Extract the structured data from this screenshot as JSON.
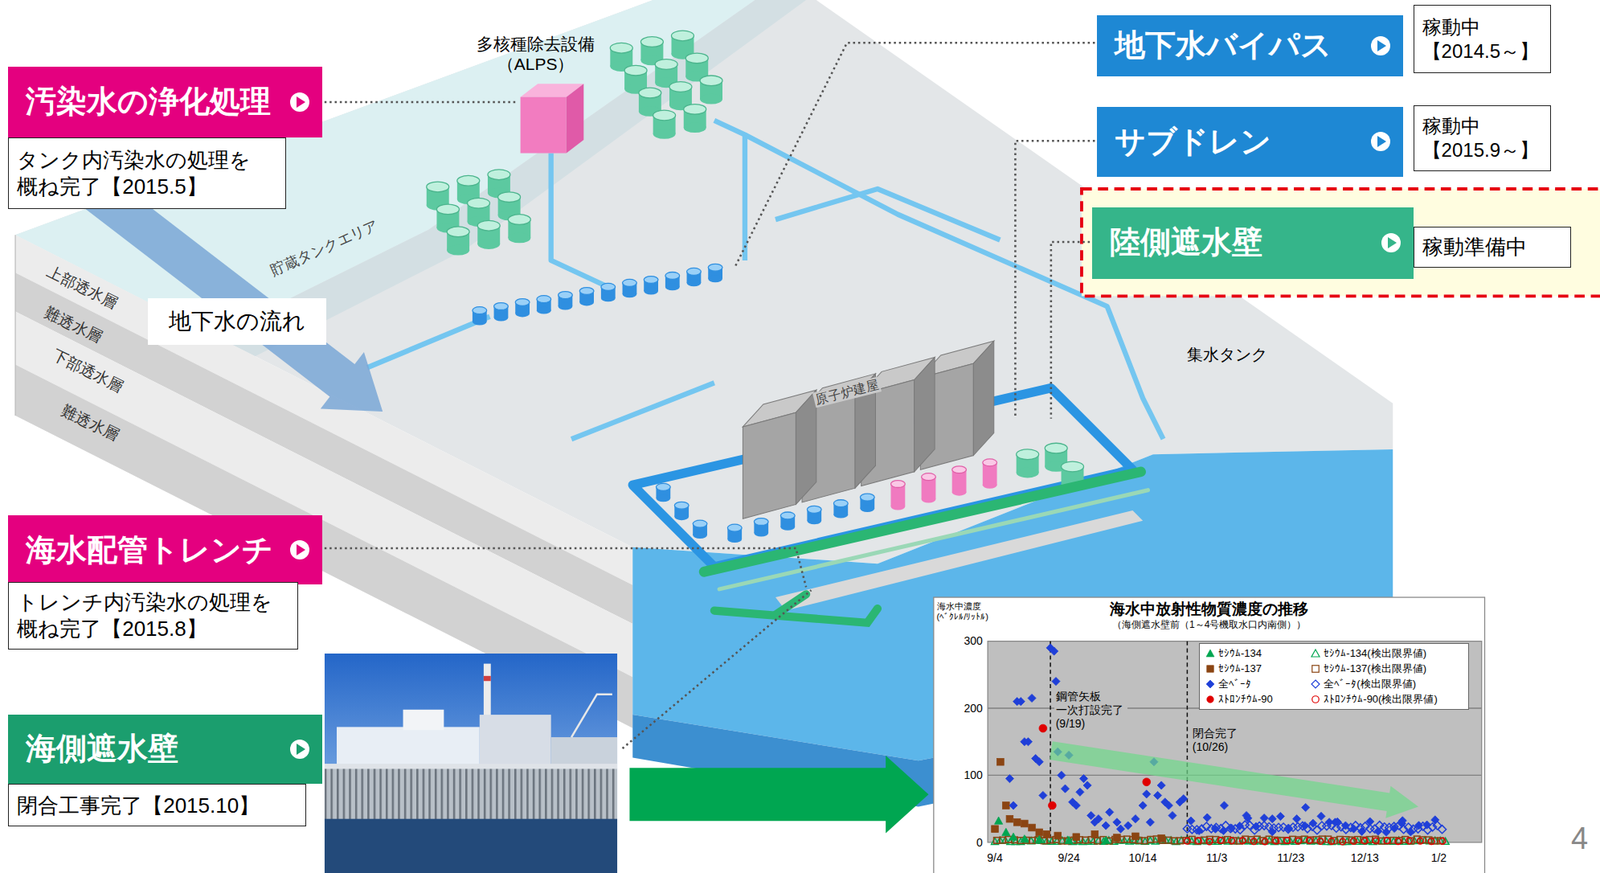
{
  "diagram": {
    "nodes": [
      {
        "text": [
          "汚染水の浄化処理"
        ]
      },
      {
        "text": [
          "タンク内汚染水の処理を 概ね完了【2015.5】"
        ]
      },
      {
        "text": [
          "地下水バイパス"
        ]
      },
      {
        "text": [
          "稼動中 【2014.5～】"
        ]
      },
      {
        "text": [
          "サブドレン"
        ]
      },
      {
        "text": [
          "稼動中 【2015.9～】"
        ]
      },
      {
        "text": [
          "陸側遮水壁"
        ]
      },
      {
        "text": [
          "稼動準備中"
        ]
      },
      {
        "text": [
          "地下水の流れ"
        ]
      },
      {
        "text": [
          "海水配管トレンチ"
        ]
      },
      {
        "text": [
          "トレンチ内汚染水の処理を 概ね完了【2015.8】"
        ]
      },
      {
        "text": [
          "海側遮水壁"
        ]
      },
      {
        "text": [
          "閉合工事完了【2015.10】"
        ]
      },
      {
        "text": [
          "海水中放射性物質濃度の推移",
          "（海側遮水壁前（1～4号機取水口内南側））"
        ]
      }
    ],
    "labels": [
      "多核種除去設備 （ALPS）",
      "貯蔵タンクエリア",
      "上部透水層",
      "難透水層",
      "下部透水層",
      "難透水層",
      "原子炉建屋",
      "集水タンク",
      "海水中濃度 (ﾍﾞｸﾚﾙ/ﾘｯﾄﾙ)",
      "300",
      "200",
      "100",
      "0",
      "9/4",
      "9/24",
      "10/14",
      "11/3",
      "11/23",
      "12/13",
      "1/2",
      "鋼管矢板 一次打設完了 (9/19)",
      "閉合完了 (10/26)",
      "4"
    ],
    "legend": [
      {
        "text": "ｾｼｳﾑ-134"
      },
      {
        "text": "ｾｼｳﾑ-134(検出限界値)"
      },
      {
        "text": "ｾｼｳﾑ-137"
      },
      {
        "text": "ｾｼｳﾑ-137(検出限界値)"
      },
      {
        "text": "全ﾍﾞｰﾀ"
      },
      {
        "text": "全ﾍﾞｰﾀ(検出限界値)"
      },
      {
        "text": "ｽﾄﾛﾝﾁｳﾑ-90"
      },
      {
        "text": "ｽﾄﾛﾝﾁｳﾑ-90(検出限界値)"
      }
    ]
  }
}
